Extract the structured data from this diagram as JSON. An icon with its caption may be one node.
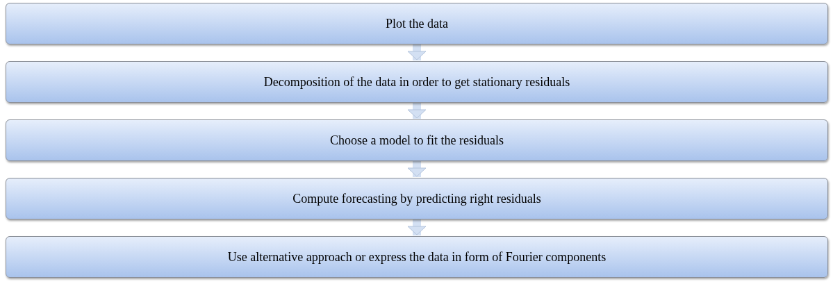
{
  "diagram": {
    "nodes": [
      {
        "text": [
          "Plot the data"
        ]
      },
      {
        "text": [
          "Decomposition of the data in order to get stationary residuals"
        ]
      },
      {
        "text": [
          "Choose a model to fit the residuals"
        ]
      },
      {
        "text": [
          "Compute forecasting by predicting right residuals"
        ]
      },
      {
        "text": [
          "Use alternative approach or express the data in form of Fourier components"
        ]
      }
    ],
    "edges": [
      {
        "from": 0,
        "to": 1,
        "arrow": "to"
      },
      {
        "from": 1,
        "to": 2,
        "arrow": "to"
      },
      {
        "from": 2,
        "to": 3,
        "arrow": "to"
      },
      {
        "from": 3,
        "to": 4,
        "arrow": "to"
      }
    ]
  }
}
